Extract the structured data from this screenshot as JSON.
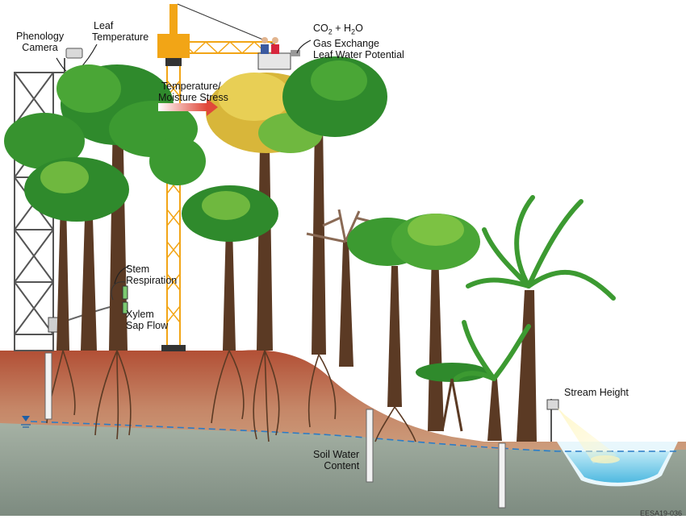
{
  "labels": {
    "phenology_camera_line1": "Phenology",
    "phenology_camera_line2": "Camera",
    "leaf_temperature_line1": "Leaf",
    "leaf_temperature_line2": "Temperature",
    "co2_prefix": "CO",
    "co2_sub": "2",
    "co2_plus_h": " + H",
    "h2o_sub": "2",
    "h2o_o": "O",
    "gas_exchange": "Gas Exchange",
    "leaf_water_potential": "Leaf Water Potential",
    "temperature_stress_line1": "Temperature/",
    "temperature_stress_line2": "Moisture Stress",
    "stem_respiration_line1": "Stem",
    "stem_respiration_line2": "Respiration",
    "xylem_line1": "Xylem",
    "xylem_line2": "Sap Flow",
    "stream_height": "Stream Height",
    "soil_water_line1": "Soil Water",
    "soil_water_line2": "Content",
    "figure_id": "EESA19-036"
  },
  "colors": {
    "crane": "#f2a516",
    "soil_top": "#b8563a",
    "soil_mid": "#c9a585",
    "groundwater": "#9aa79c",
    "water": "#7fd0ea",
    "foliage": "#2f8a2c",
    "foliage_light": "#7cc243",
    "foliage_stress": "#e3c13a",
    "trunk": "#5b3a24",
    "water_table": "#2a7cc7"
  }
}
